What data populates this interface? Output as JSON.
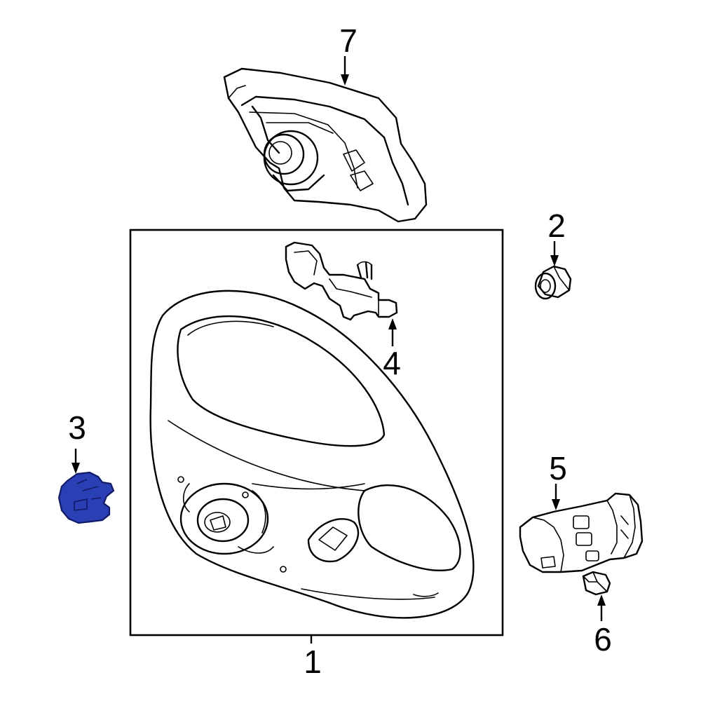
{
  "callouts": {
    "c1": "1",
    "c2": "2",
    "c3": "3",
    "c4": "4",
    "c5": "5",
    "c6": "6",
    "c7": "7"
  },
  "colors": {
    "highlight": "#2b3fb5",
    "line": "#000000",
    "background": "#ffffff"
  }
}
